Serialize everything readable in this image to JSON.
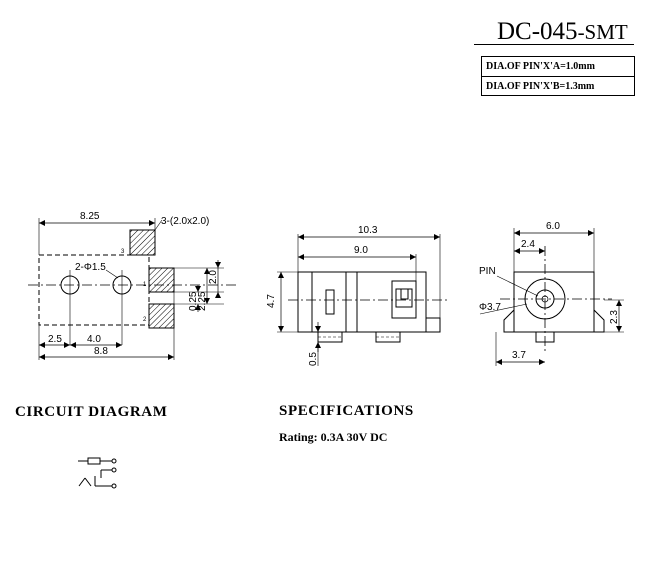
{
  "title": {
    "model": "DC-045",
    "suffix": "-SMT"
  },
  "pin_specs": [
    "DIA.OF PIN'X'A=1.0mm",
    "DIA.OF PIN'X'B=1.3mm"
  ],
  "headings": {
    "circuit": "CIRCUIT DIAGRAM",
    "specs": "SPECIFICATIONS"
  },
  "rating": "Rating: 0.3A 30V DC",
  "dims": {
    "top_width": "8.25",
    "pad_size": "3-(2.0x2.0)",
    "pin_label": "2-Φ1.5",
    "pad_h": "2.0",
    "pad_gap": "0.25",
    "pad_pitch": "2.25",
    "left_offset": "2.5",
    "pin_pitch": "4.0",
    "bottom_width": "8.8",
    "pad3": "3",
    "pad1": "1",
    "pad2": "2",
    "side_total": "10.3",
    "side_body": "9.0",
    "side_height": "4.7",
    "side_foot": "0.5",
    "front_width": "6.0",
    "front_center": "2.4",
    "front_pin": "PIN",
    "front_dia": "Φ3.7",
    "front_height": "2.3",
    "front_bottom": "3.7"
  }
}
